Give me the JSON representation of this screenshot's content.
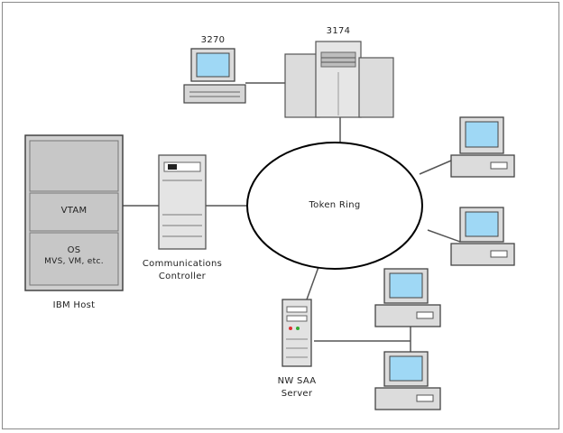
{
  "labels": {
    "terminal_3270": "3270",
    "controller_3174": "3174",
    "token_ring": "Token Ring",
    "comm_controller_line1": "Communications",
    "comm_controller_line2": "Controller",
    "ibm_host": "IBM Host",
    "nw_saa_line1": "NW SAA",
    "nw_saa_line2": "Server"
  },
  "host_layers": {
    "vtam": "VTAM",
    "os_line1": "OS",
    "os_line2": "MVS, VM, etc."
  },
  "colors": {
    "screen": "#9fd8f5",
    "device_fill": "#dcdcdc",
    "device_stroke": "#555555",
    "host_fill": "#cfcfcf",
    "line": "#444444"
  }
}
